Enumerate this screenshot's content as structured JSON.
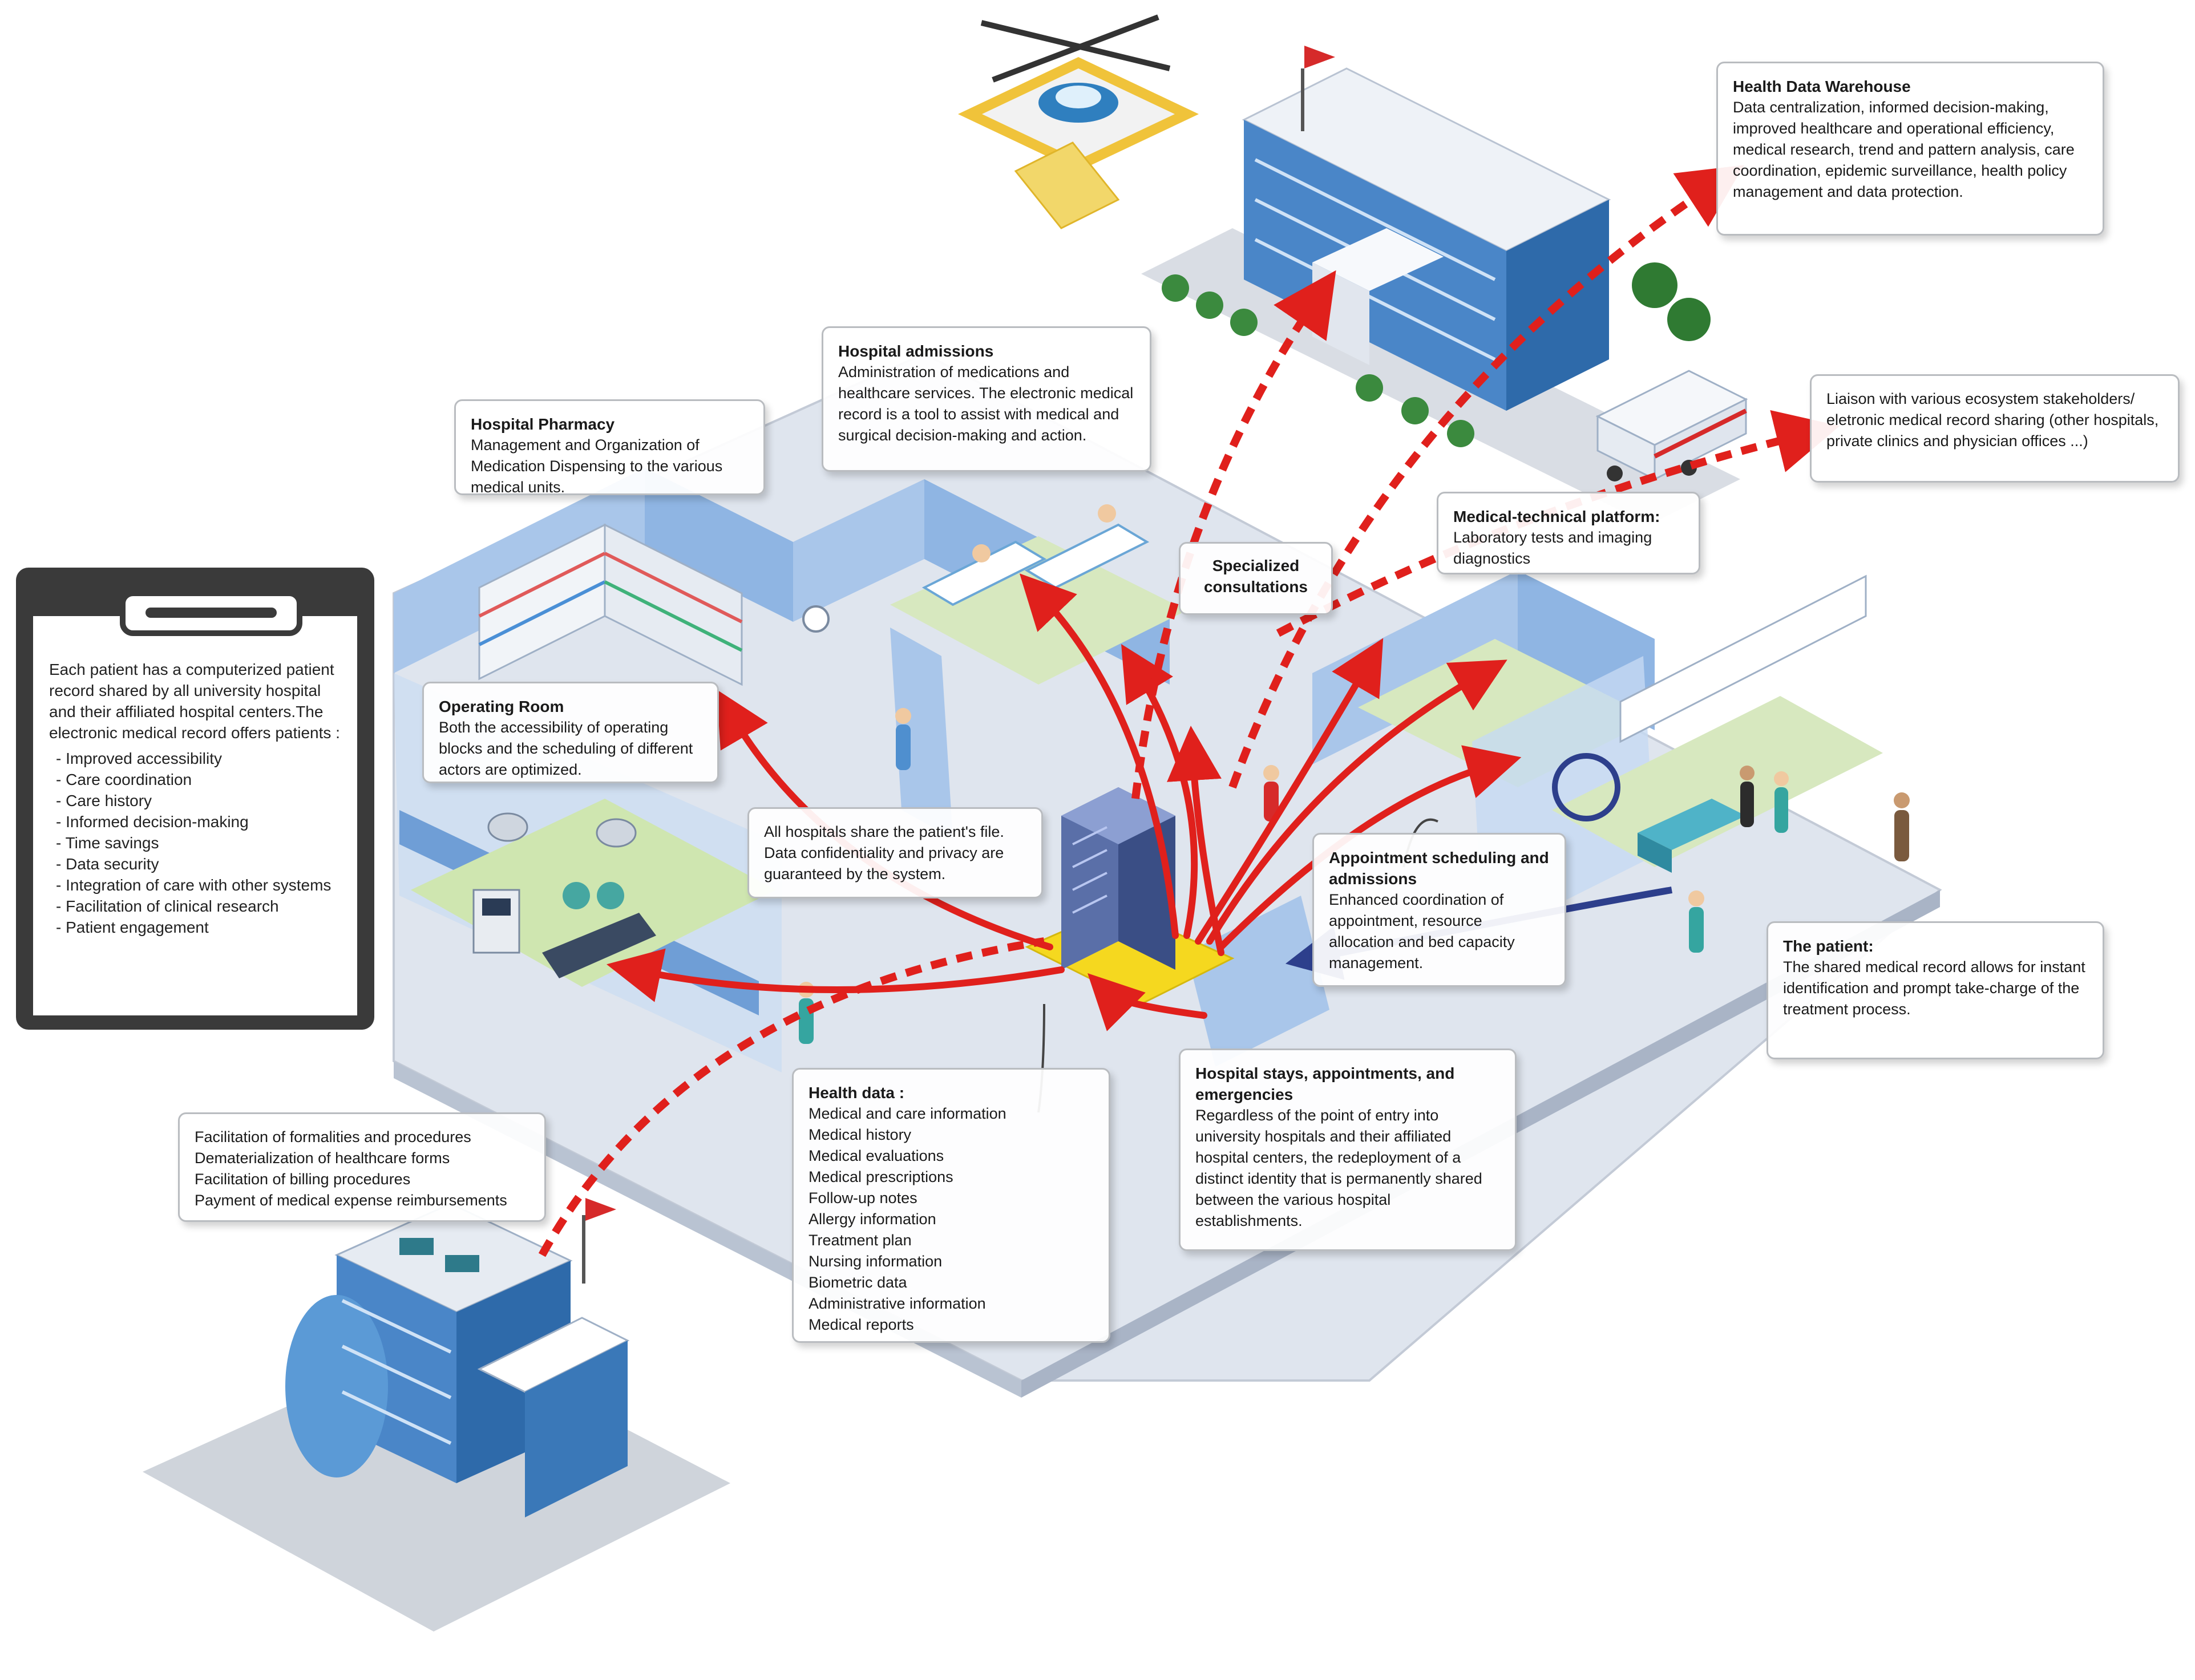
{
  "clipboard": {
    "intro": "Each patient has a computerized patient record shared by all university hospital and their affiliated hospital centers.The electronic medical record offers patients :",
    "benefits": [
      "- Improved accessibility",
      "- Care coordination",
      "- Care history",
      "- Informed decision-making",
      "- Time savings",
      "- Data security",
      "- Integration of care with other systems",
      "- Facilitation of clinical research",
      "- Patient engagement"
    ]
  },
  "callouts": {
    "warehouse": {
      "title": "Health Data Warehouse",
      "body": "Data centralization, informed decision-making, improved healthcare and operational efficiency, medical research, trend and pattern analysis, care coordination, epidemic surveillance, health policy management and data protection."
    },
    "liaison": {
      "body": "Liaison with various ecosystem stakeholders/ eletronic medical record sharing (other hospitals, private clinics and physician offices ...)"
    },
    "admissions": {
      "title": "Hospital admissions",
      "body": "Administration of medications and healthcare services. The electronic medical record is a tool to assist with medical and surgical decision-making and action."
    },
    "pharmacy": {
      "title": "Hospital Pharmacy",
      "body": "Management and Organization of Medication Dispensing to the various medical units."
    },
    "platform": {
      "title": "Medical-technical platform:",
      "body": "Laboratory tests and imaging diagnostics"
    },
    "consultations": {
      "title": "Specialized consultations"
    },
    "operating": {
      "title": "Operating Room",
      "body": "Both the accessibility of operating blocks and the scheduling of different actors are optimized."
    },
    "shared": {
      "body": "All hospitals share the patient's file. Data confidentiality and privacy are guaranteed by the system."
    },
    "appointment": {
      "title": "Appointment scheduling and admissions",
      "body": "Enhanced coordination of appointment, resource allocation and bed capacity management."
    },
    "patient": {
      "title": "The patient:",
      "body": "The shared medical record allows for instant identification and prompt take-charge of the treatment process."
    },
    "formalities": {
      "lines": [
        "Facilitation of formalities and procedures",
        "Dematerialization of healthcare forms",
        "Facilitation of billing procedures",
        "Payment of medical expense reimbursements"
      ]
    },
    "health_data": {
      "title": "Health data :",
      "items": [
        "Medical and care information",
        "Medical history",
        "Medical evaluations",
        "Medical prescriptions",
        "Follow-up notes",
        "Allergy information",
        "Treatment plan",
        "Nursing information",
        "Biometric data",
        "Administrative information",
        "Medical reports"
      ]
    },
    "stays": {
      "title": "Hospital stays, appointments, and emergencies",
      "body": "Regardless of the point of entry into university hospitals and their affiliated hospital centers, the redeployment of a distinct identity that is permanently shared between the various hospital establishments."
    }
  },
  "colors": {
    "arrow": "#e0201c",
    "floor": "#dfe5ee",
    "wall": "#a9c6ea",
    "wall_dark": "#6f9ed6",
    "server_pad": "#f5d81f",
    "clipboard": "#3a3a3a"
  }
}
